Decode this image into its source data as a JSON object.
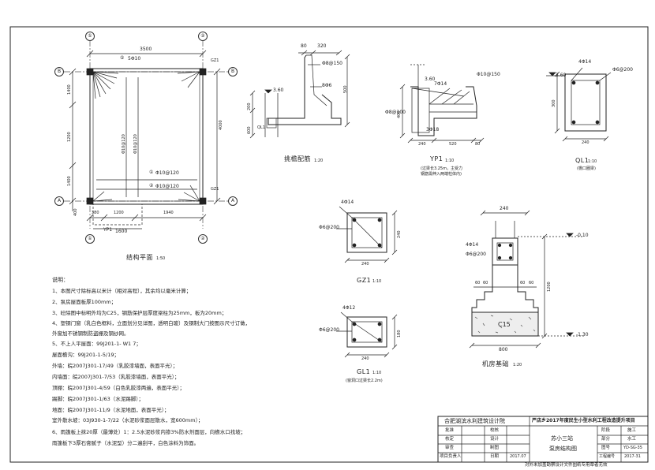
{
  "axes": {
    "col1": "①",
    "col2": "②",
    "rowB": "B",
    "rowA": "A"
  },
  "plan": {
    "top_dim": "3500",
    "bar_label": "5Φ10",
    "bar_label_num": "⑤",
    "right_dim": "4000",
    "left_dims": [
      "1400",
      "1200",
      "1400",
      "400"
    ],
    "bottom_dims": [
      "380",
      "1200",
      "1940"
    ],
    "gz1_top": "GZ1",
    "gz1_bottom": "GZ1",
    "slab_bar_1": "Φ10@120",
    "slab_bar_1_num": "①",
    "slab_bar_2": "Φ10@120",
    "slab_bar_2_num": "②",
    "vert_bar_1": "Φ10@120",
    "vert_bar_2": "Φ10@120",
    "yp1_label": "YP1",
    "yp1_dim": "1600",
    "caption": "结构平面",
    "caption_scale": "1:50"
  },
  "eave": {
    "dims_top": [
      "80",
      "320"
    ],
    "bar_a": "Φ8@150",
    "bar_b": "8Φ6",
    "height": "500",
    "level": "3.60",
    "side_dims": [
      "200",
      "600"
    ],
    "ql1": "QL1",
    "caption": "挑檐配筋",
    "caption_scale": "1:20"
  },
  "yp1": {
    "bar_top": "Φ10@150",
    "bar_side": "7Φ14",
    "bar_stirrup": "Φ8@100",
    "bar_bottom": "3Φ18",
    "level": "3.60",
    "height": "400",
    "dims_bottom": [
      "240",
      "520",
      "80"
    ],
    "caption": "YP1",
    "caption_scale": "1:10",
    "note_1": "(过梁长3.25m，主受力",
    "note_2": "钢筋需伸入两端柱体内)"
  },
  "ql1": {
    "bar_top": "4Φ14",
    "bar_stirrup": "Φ6@200",
    "height": "300",
    "width": "240",
    "caption": "QL1",
    "caption_scale": "1:10",
    "note": "(檐口圈梁)"
  },
  "gz1": {
    "bar_main": "4Φ14",
    "bar_stirrup": "Φ6@200",
    "height": "240",
    "width": "240",
    "caption": "GZ1",
    "caption_scale": "1:10"
  },
  "gl1": {
    "bar_main": "4Φ12",
    "bar_stirrup": "Φ6@200",
    "height": "180",
    "width": "240",
    "caption": "GL1",
    "caption_scale": "1:10",
    "note": "(窗洞口过梁长2.2m)"
  },
  "foundation": {
    "top_width": "240",
    "bar_main": "4Φ14",
    "bar_stirrup": "Φ6@200",
    "steps": [
      "60",
      "60",
      "60",
      "60"
    ],
    "concrete": "C15",
    "bottom_width": "800",
    "level_top": "-0.10",
    "level_bottom": "-1.30",
    "depth": "1200",
    "caption": "机房基础",
    "caption_scale": "1:20"
  },
  "notes": {
    "heading": "说明：",
    "lines": [
      "1、本图尺寸除标高以米计（相对高程），其余均以毫米计算；",
      "2、泵房屋面板厚100mm；",
      "3、砼除图中标明外均为C25，钢筋保护层厚度梁柱为25mm，板为20mm；",
      "4、塑钢门窗（乳白色框料，立面划分见详图，透明白玻）及钢制大门按图示尺寸订做，",
      "   外窗加不锈钢制防盗栅及钢纱网。",
      "5、不上人平屋面：99J201-1- W1 7；",
      "   屋面檐沟：99J201-1-5/19；",
      "   外墙：皖2007J301-17/49（乳胶漆墙面，表面平光）；",
      "   内墙面：皖2007J301-7/53（乳胶漆墙面，表面平光）；",
      "   顶棚：皖2007J301-4/59（白色乳胶漆两遍，表面平光）；",
      "   踢脚：皖2007J301-1/63（水泥踢脚）；",
      "   地面：皖2007J301-11/9（水泥地面，表面平光）；",
      "   室外散水坡：03J930-1-7/22（水泥砂浆面层散水，宽600mm）；",
      "6、雨篷板上抹20厚（最薄处）1：2.5水泥砂浆内掺3%防水剂面层，向檐水口找坡；",
      "   雨篷板下3厚石膏腻子（水泥型）分二遍刮平，白色涂料为饰面。"
    ]
  },
  "title_block": {
    "institute": "合肥湖滨水利建筑设计院",
    "project": "严店乡2017年度民生小型水利工程改造提升项目",
    "row_labels": [
      "批准",
      "核定",
      "审查",
      "项目负责人"
    ],
    "mid_labels": [
      "校核",
      "设计",
      "制图",
      "日期"
    ],
    "date_value": "2017.07",
    "drawing_title_1": "苏小三站",
    "drawing_title_2": "泵房结构图",
    "right_labels": [
      "阶段",
      "部分",
      "图号",
      "工程编号"
    ],
    "right_values": [
      "施工",
      "水工",
      "YD-SG-35",
      "2017-31"
    ]
  },
  "footer_note": "对外未加盖勘察设计文件图纸专用章者无效"
}
